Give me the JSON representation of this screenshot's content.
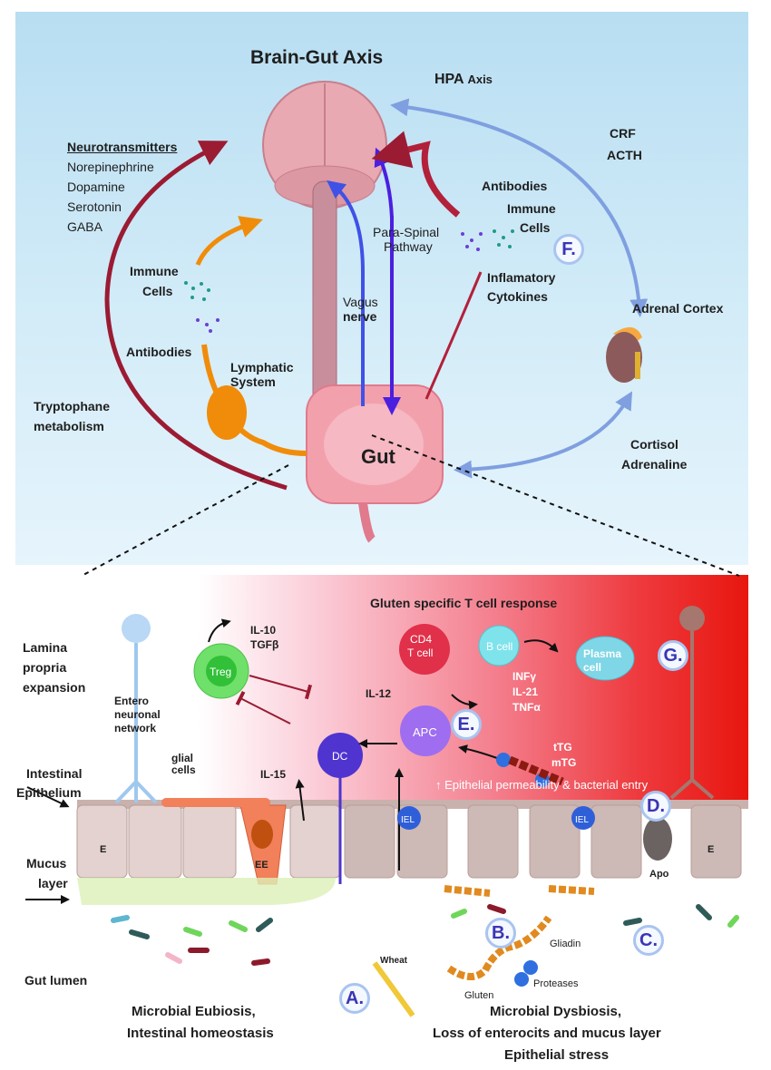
{
  "title": "Brain-Gut Axis",
  "top": {
    "hpa": {
      "bold": "HPA",
      "rest": "Axis"
    },
    "crf": "CRF",
    "acth": "ACTH",
    "neurotransmitters": {
      "heading": "Neurotransmitters",
      "items": [
        "Norepinephrine",
        "Dopamine",
        "Serotonin",
        "GABA"
      ]
    },
    "antibodies_right": "Antibodies",
    "immune_right_1": "Immune",
    "immune_right_2": "Cells",
    "para_spinal_1": "Para-Spinal",
    "para_spinal_2": "Pathway",
    "badge_f": "F.",
    "inflam_1": "Inflamatory",
    "inflam_2": "Cytokines",
    "immune_left_1": "Immune",
    "immune_left_2": "Cells",
    "antibodies_left": "Antibodies",
    "lymphatic_1": "Lymphatic",
    "lymphatic_2": "System",
    "vagus_1": "Vagus",
    "vagus_2": "nerve",
    "adrenal": "Adrenal Cortex",
    "tryptophane_1": "Tryptophane",
    "tryptophane_2": "metabolism",
    "cortisol": "Cortisol",
    "adrenaline": "Adrenaline",
    "gut": "Gut"
  },
  "bottom": {
    "lamina_1": "Lamina",
    "lamina_2": "propria",
    "lamina_3": "expansion",
    "entero_1": "Entero",
    "entero_2": "neuronal",
    "entero_3": "network",
    "glial_1": "glial",
    "glial_2": "cells",
    "intestinal_1": "Intestinal",
    "intestinal_2": "Epithelium",
    "mucus_1": "Mucus",
    "mucus_2": "layer",
    "il10": "IL-10",
    "tgfb": "TGFβ",
    "treg": "Treg",
    "gluten_response": "Gluten specific T cell response",
    "cd4_1": "CD4",
    "cd4_2": "T cell",
    "bcell": "B cell",
    "plasma_1": "Plasma",
    "plasma_2": "cell",
    "il12": "IL-12",
    "infy": "INFγ",
    "il21": "IL-21",
    "tnfa": "TNFα",
    "apc": "APC",
    "dc": "DC",
    "il15": "IL-15",
    "ttg": "tTG",
    "mtg": "mTG",
    "permeability": "↑ Epithelial permeability & bacterial entry",
    "iel": "IEL",
    "e": "E",
    "ee": "EE",
    "apo": "Apo",
    "wheat": "Wheat",
    "gluten": "Gluten",
    "gliadin": "Gliadin",
    "proteases": "Proteases",
    "gut_lumen": "Gut lumen",
    "eubiosis_1": "Microbial Eubiosis,",
    "eubiosis_2": "Intestinal homeostasis",
    "dysbiosis_1": "Microbial Dysbiosis,",
    "dysbiosis_2": "Loss of enterocits and mucus layer",
    "dysbiosis_3": "Epithelial stress",
    "badges": {
      "a": "A.",
      "b": "B.",
      "c": "C.",
      "d": "D.",
      "e": "E.",
      "g": "G."
    }
  },
  "colors": {
    "sky": "#b8def2",
    "red_arrow": "#9b1b33",
    "blue_arrow": "#3f51e6",
    "purple_arrow": "#4a1fe0",
    "hpa_arrow": "#7f9fe0",
    "lymph": "#f08c0a",
    "badge": "#3b35b5"
  }
}
